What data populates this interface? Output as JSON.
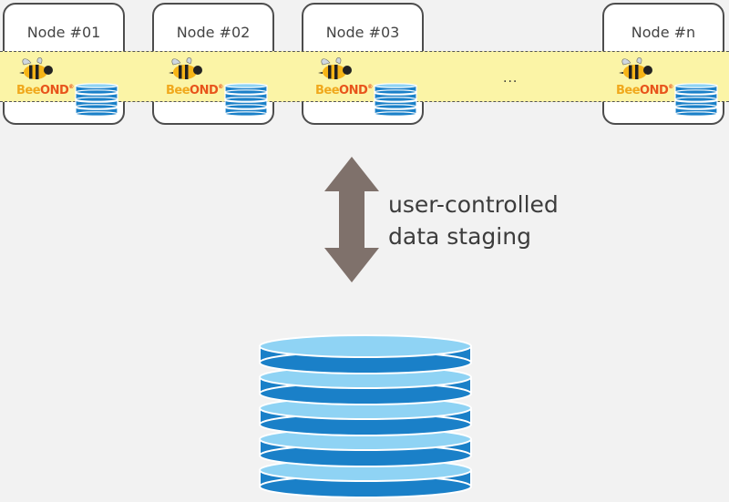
{
  "nodes": [
    {
      "label": "Node #01"
    },
    {
      "label": "Node #02"
    },
    {
      "label": "Node #03"
    },
    {
      "label": "Node #n"
    }
  ],
  "brand": {
    "bee": "Bee",
    "ond": "OND",
    "reg": "®"
  },
  "ellipsis": "...",
  "staging": {
    "line1": "user-controlled",
    "line2": "data staging"
  },
  "colors": {
    "band": "#fbf4a6",
    "disk_top": "#8fd3f4",
    "disk_side": "#1a80c8",
    "arrow": "#7f716b",
    "brand_bee": "#f0a81c",
    "brand_ond": "#e8541b"
  }
}
